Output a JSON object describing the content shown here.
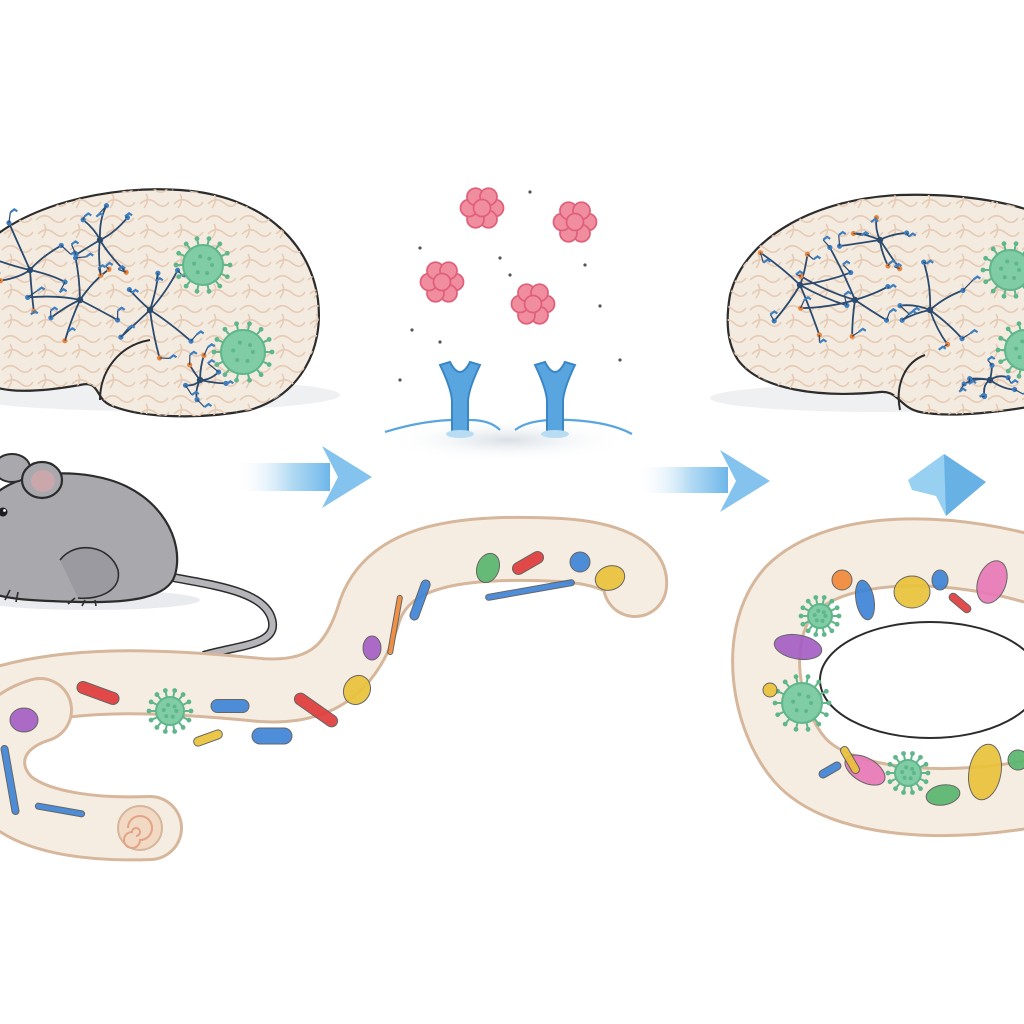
{
  "diagram": {
    "text": [],
    "palette": {
      "brain_fill": "#f4ebe0",
      "brain_texture": "#e8cdb8",
      "outline": "#2c2c2c",
      "neuron": "#2b4a6e",
      "neuron_tip": "#3f7fc0",
      "neuron_spark": "#e8843c",
      "virus": "#5fb68a",
      "virus_core": "#7fcca5",
      "cytokine": "#e0607a",
      "cytokine_core": "#f08ea0",
      "antibody": "#58a5e0",
      "arrow": "#8cc8ee",
      "mouse": "#a8a8ad",
      "mouse_dark": "#7d7d83",
      "mouse_ear_inner": "#c9a7aa",
      "gut_fill": "#f6ede2",
      "gut_outline": "#d6b79c",
      "microbe_colors": [
        "#e03c3c",
        "#3f84d6",
        "#e9c23a",
        "#5ab66e",
        "#a55fc4",
        "#e87ab8",
        "#f08a3a"
      ]
    },
    "panels": [
      {
        "name": "brain-normal"
      },
      {
        "name": "immune-signaling"
      },
      {
        "name": "brain-altered"
      },
      {
        "name": "mouse"
      },
      {
        "name": "gut-normal"
      },
      {
        "name": "gut-altered"
      }
    ]
  }
}
